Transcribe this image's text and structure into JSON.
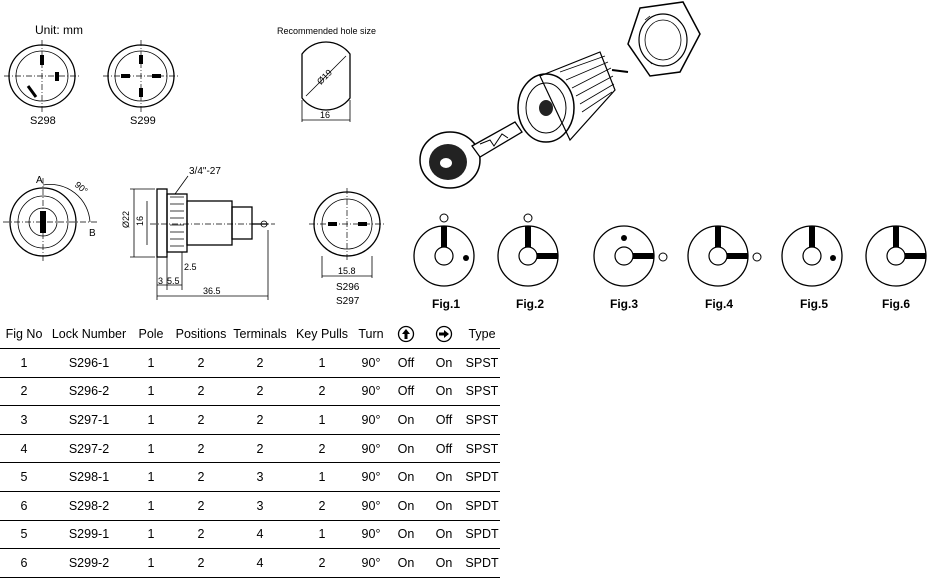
{
  "unit_label": "Unit: mm",
  "hole_title": "Recommended hole size",
  "hole_diameter": "Ø19",
  "hole_width": "16",
  "face_labels": {
    "s298": "S298",
    "s299": "S299",
    "s296": "S296",
    "s297": "S297"
  },
  "side_view": {
    "thread": "3/4\"-27",
    "angle": "90°",
    "point_a": "A",
    "point_b": "B",
    "dia_22": "Ø22",
    "dim_16": "16",
    "dim_2_5": "2.5",
    "dim_3": "3",
    "dim_5_5": "5.5",
    "dim_36_5": "36.5",
    "dim_15_8": "15.8"
  },
  "figures": [
    "Fig.1",
    "Fig.2",
    "Fig.3",
    "Fig.4",
    "Fig.5",
    "Fig.6"
  ],
  "table": {
    "headers": {
      "fig_no": "Fig No",
      "lock_number": "Lock Number",
      "pole": "Pole",
      "positions": "Positions",
      "terminals": "Terminals",
      "key_pulls": "Key Pulls",
      "turn": "Turn",
      "up_icon": "arrow-up-circle-icon",
      "right_icon": "arrow-right-circle-icon",
      "type": "Type"
    },
    "rows": [
      {
        "fig": "1",
        "lock": "S296-1",
        "pole": "1",
        "positions": "2",
        "terminals": "2",
        "pulls": "1",
        "turn": "90°",
        "up": "Off",
        "right": "On",
        "type": "SPST"
      },
      {
        "fig": "2",
        "lock": "S296-2",
        "pole": "1",
        "positions": "2",
        "terminals": "2",
        "pulls": "2",
        "turn": "90°",
        "up": "Off",
        "right": "On",
        "type": "SPST"
      },
      {
        "fig": "3",
        "lock": "S297-1",
        "pole": "1",
        "positions": "2",
        "terminals": "2",
        "pulls": "1",
        "turn": "90°",
        "up": "On",
        "right": "Off",
        "type": "SPST"
      },
      {
        "fig": "4",
        "lock": "S297-2",
        "pole": "1",
        "positions": "2",
        "terminals": "2",
        "pulls": "2",
        "turn": "90°",
        "up": "On",
        "right": "Off",
        "type": "SPST"
      },
      {
        "fig": "5",
        "lock": "S298-1",
        "pole": "1",
        "positions": "2",
        "terminals": "3",
        "pulls": "1",
        "turn": "90°",
        "up": "On",
        "right": "On",
        "type": "SPDT"
      },
      {
        "fig": "6",
        "lock": "S298-2",
        "pole": "1",
        "positions": "2",
        "terminals": "3",
        "pulls": "2",
        "turn": "90°",
        "up": "On",
        "right": "On",
        "type": "SPDT"
      },
      {
        "fig": "5",
        "lock": "S299-1",
        "pole": "1",
        "positions": "2",
        "terminals": "4",
        "pulls": "1",
        "turn": "90°",
        "up": "On",
        "right": "On",
        "type": "SPDT"
      },
      {
        "fig": "6",
        "lock": "S299-2",
        "pole": "1",
        "positions": "2",
        "terminals": "4",
        "pulls": "2",
        "turn": "90°",
        "up": "On",
        "right": "On",
        "type": "SPDT"
      }
    ]
  }
}
